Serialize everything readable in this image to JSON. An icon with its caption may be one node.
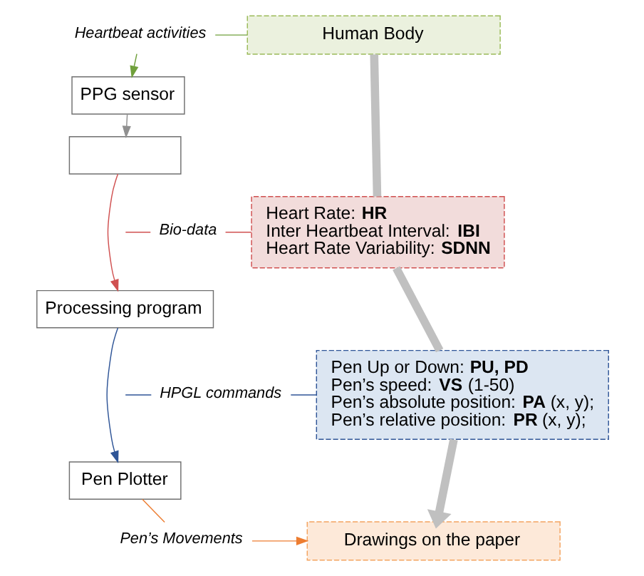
{
  "diagram": {
    "nodes": [
      {
        "text": [
          "Human Body"
        ]
      },
      {
        "text": [
          "Heartbeat activities"
        ]
      },
      {
        "text": [
          "PPG sensor"
        ]
      },
      {
        "text": [],
        "shape": "box"
      },
      {
        "text": [
          "Processing program"
        ]
      },
      {
        "text": [
          "Bio-data"
        ]
      },
      {
        "text": [
          "Heart Rate: **HR**",
          "Inter Heartbeat Interval: **IBI**",
          "Heart Rate Variability: **SDNN**"
        ]
      },
      {
        "text": [
          "HPGL commands"
        ]
      },
      {
        "text": [
          "Pen Up or Down: **PU, PD**",
          "Pen’s speed: **VS** (1-50)",
          "Pen’s absolute position: **PA** (x, y);",
          "Pen’s relative position: **PR** (x, y);"
        ]
      },
      {
        "text": [
          "Pen Plotter"
        ]
      },
      {
        "text": [
          "Pen’s Movements"
        ]
      },
      {
        "text": [
          "Drawings on the paper"
        ]
      }
    ],
    "edges": [
      {
        "from": 0,
        "to": 1,
        "arrow": "none",
        "color": "#70a03c"
      },
      {
        "from": 1,
        "to": 2,
        "arrow": "to",
        "color": "#70a03c"
      },
      {
        "from": 2,
        "to": 3,
        "arrow": "to",
        "color": "#909090"
      },
      {
        "from": 3,
        "to": 4,
        "arrow": "to",
        "color": "#d05050"
      },
      {
        "from": 6,
        "to": 5,
        "arrow": "none",
        "color": "#d05050"
      },
      {
        "from": 5,
        "to": null,
        "arrow": "none",
        "color": "#d05050"
      },
      {
        "from": 4,
        "to": 9,
        "arrow": "to",
        "color": "#2f5597"
      },
      {
        "from": 8,
        "to": 7,
        "arrow": "none",
        "color": "#2f5597"
      },
      {
        "from": 7,
        "to": null,
        "arrow": "none",
        "color": "#2f5597"
      },
      {
        "from": 9,
        "to": 10,
        "arrow": "none",
        "color": "#ed7d31"
      },
      {
        "from": 10,
        "to": 11,
        "arrow": "to",
        "color": "#ed7d31"
      },
      {
        "from": 0,
        "to": 6,
        "arrow": "none",
        "style": "thick",
        "color": "#c0c0c0"
      },
      {
        "from": 6,
        "to": 8,
        "arrow": "none",
        "style": "thick",
        "color": "#c0c0c0"
      },
      {
        "from": 8,
        "to": 11,
        "arrow": "to",
        "style": "thick",
        "color": "#c0c0c0"
      }
    ]
  }
}
